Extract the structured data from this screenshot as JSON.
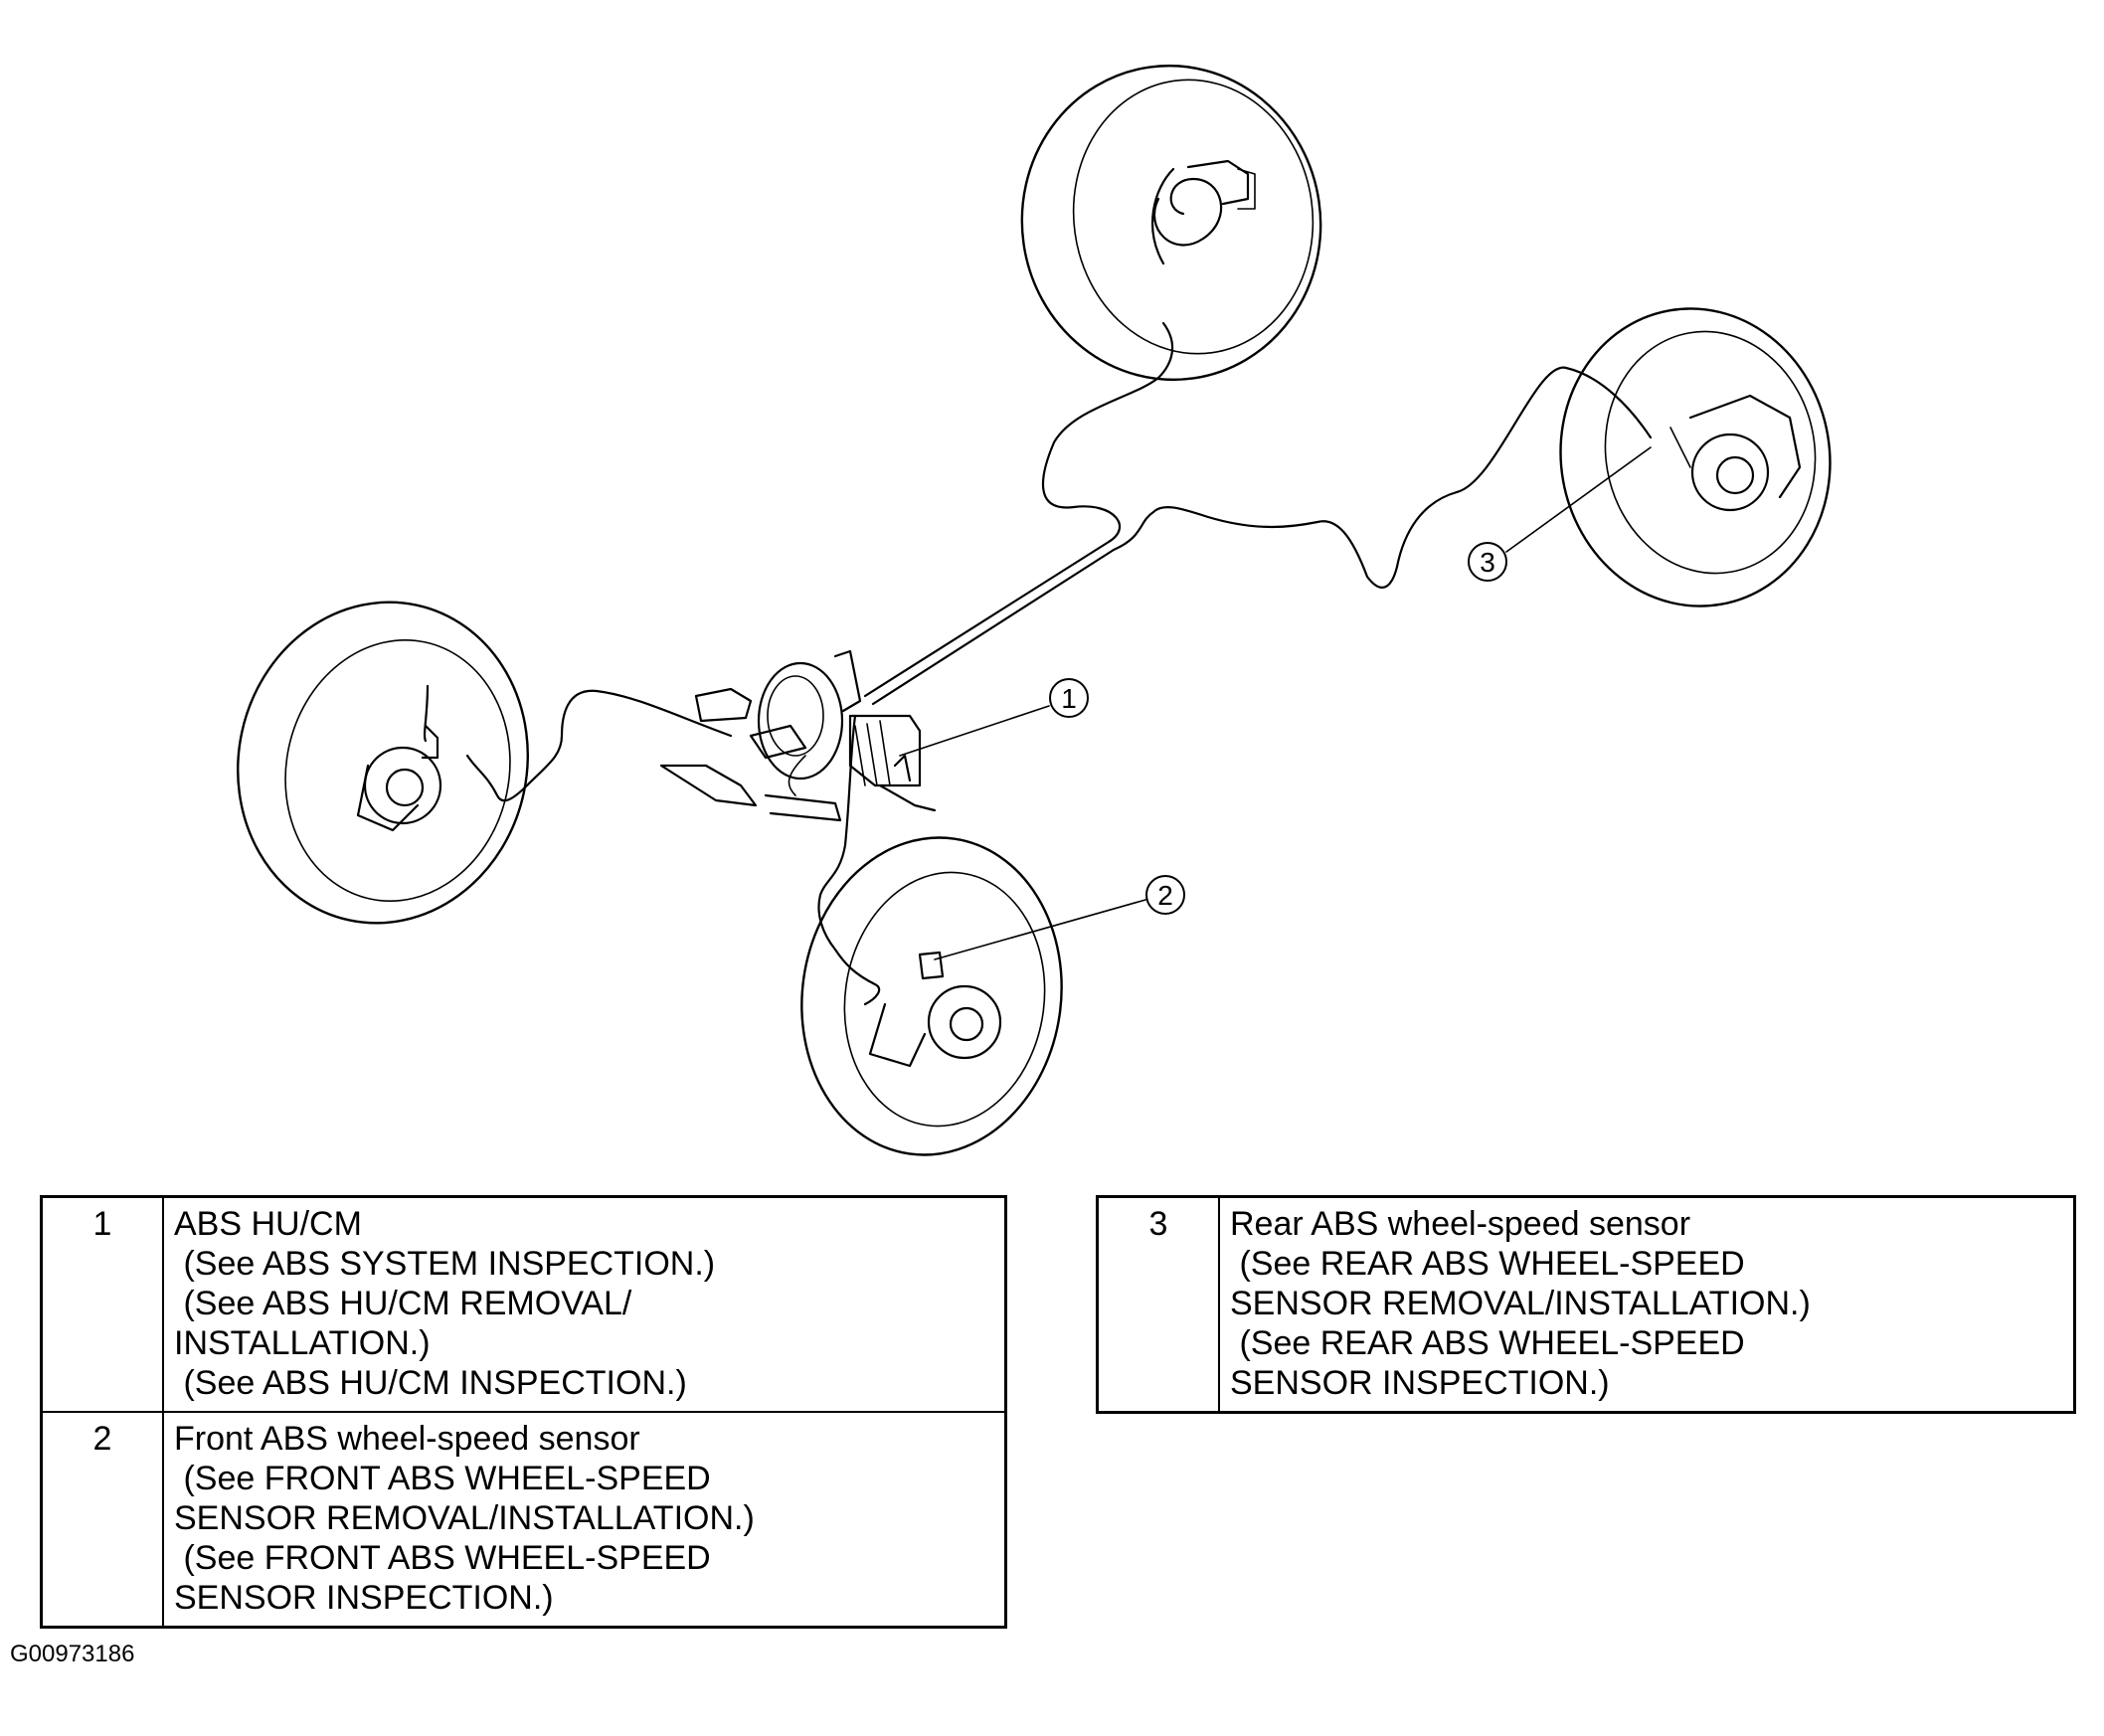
{
  "callouts": [
    "1",
    "2",
    "3"
  ],
  "table_left": {
    "rows": [
      {
        "num": "1",
        "desc": "ABS HU/CM\n (See ABS SYSTEM INSPECTION.)\n (See ABS HU/CM REMOVAL/\nINSTALLATION.)\n (See ABS HU/CM INSPECTION.)"
      },
      {
        "num": "2",
        "desc": "Front ABS wheel-speed sensor\n (See FRONT ABS WHEEL-SPEED\nSENSOR REMOVAL/INSTALLATION.)\n (See FRONT ABS WHEEL-SPEED\nSENSOR INSPECTION.)"
      }
    ]
  },
  "table_right": {
    "rows": [
      {
        "num": "3",
        "desc": "Rear ABS wheel-speed sensor\n (See REAR ABS WHEEL-SPEED\nSENSOR REMOVAL/INSTALLATION.)\n (See REAR ABS WHEEL-SPEED\nSENSOR INSPECTION.)"
      }
    ]
  },
  "figure_id": "G00973186"
}
